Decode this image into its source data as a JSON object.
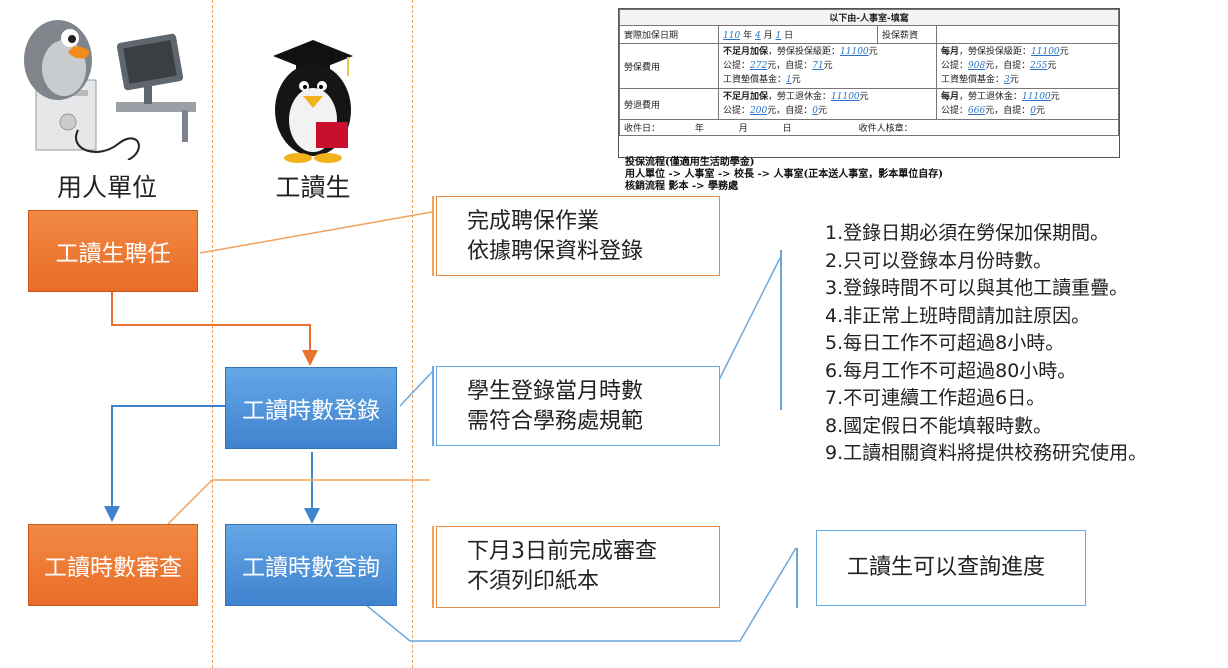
{
  "lanes": {
    "employer": "用人單位",
    "student": "工讀生"
  },
  "form": {
    "header": "以下由-人事室-填寫",
    "r1_label": "實際加保日期",
    "r1_date_y": "110",
    "r1_date_y_unit": "年",
    "r1_date_m": "4",
    "r1_date_m_unit": "月",
    "r1_date_d": "1",
    "r1_date_d_unit": "日",
    "r1_salary": "投保薪資",
    "r2_label": "勞保費用",
    "r2_a1_bold": "不足月加保",
    "r2_a1": "，勞保投保級距：",
    "r2_a1_v": "11100",
    "r2_a1_u": "元",
    "r2_a2_p": "公提：",
    "r2_a2_v1": "272",
    "r2_a2_m": "元，自提：",
    "r2_a2_v2": "71",
    "r2_a2_u": "元",
    "r2_a3_p": "工資墊償基金：",
    "r2_a3_v": "1",
    "r2_a3_u": "元",
    "r2_b1_bold": "每月",
    "r2_b1": "，勞保投保級距：",
    "r2_b1_v": "11100",
    "r2_b1_u": "元",
    "r2_b2_p": "公提：",
    "r2_b2_v1": "908",
    "r2_b2_m": "元，自提：",
    "r2_b2_v2": "255",
    "r2_b2_u": "元",
    "r2_b3_p": "工資墊償基金：",
    "r2_b3_v": "3",
    "r2_b3_u": "元",
    "r3_label": "勞退費用",
    "r3_a1_bold": "不足月加保",
    "r3_a1": "，勞工退休金：",
    "r3_a1_v": "11100",
    "r3_a1_u": "元",
    "r3_a2_p": "公提：",
    "r3_a2_v1": "200",
    "r3_a2_m": "元，自提：",
    "r3_a2_v2": "0",
    "r3_a2_u": "元",
    "r3_b1_bold": "每月",
    "r3_b1": "，勞工退休金：",
    "r3_b1_v": "11100",
    "r3_b1_u": "元",
    "r3_b2_p": "公提：",
    "r3_b2_v1": "666",
    "r3_b2_m": "元，自提：",
    "r3_b2_v2": "0",
    "r3_b2_u": "元",
    "r4_recv": "收件日：",
    "r4_y": "年",
    "r4_m": "月",
    "r4_d": "日",
    "r4_sign": "收件人核章："
  },
  "flow_notes": {
    "line1": "投保流程(僅適用生活助學金)",
    "line2": "用人單位 -> 人事室 -> 校長 -> 人事室(正本送人事室，影本單位自存)",
    "line3": "核銷流程 影本 -> 學務處"
  },
  "boxes": {
    "hire": "工讀生聘任",
    "register": "工讀時數登錄",
    "review": "工讀時數審查",
    "query": "工讀時數查詢"
  },
  "notes": {
    "hire_1": "完成聘保作業",
    "hire_2": "依據聘保資料登錄",
    "register_1": "學生登錄當月時數",
    "register_2": "需符合學務處規範",
    "review_1": "下月3日前完成審查",
    "review_2": "不須列印紙本",
    "query_1": "工讀生可以查詢進度"
  },
  "rules": [
    "1.登錄日期必須在勞保加保期間。",
    "2.只可以登錄本月份時數。",
    "3.登錄時間不可以與其他工讀重疊。",
    "4.非正常上班時間請加註原因。",
    "5.每日工作不可超過8小時。",
    "6.每月工作不可超過80小時。",
    "7.不可連續工作超過6日。",
    "8.國定假日不能填報時數。",
    "9.工讀相關資料將提供校務研究使用。"
  ],
  "colors": {
    "orange": "#e86c27",
    "blue": "#3f83cf",
    "orange_line": "#f0a15a",
    "blue_line": "#6aa7dc"
  }
}
